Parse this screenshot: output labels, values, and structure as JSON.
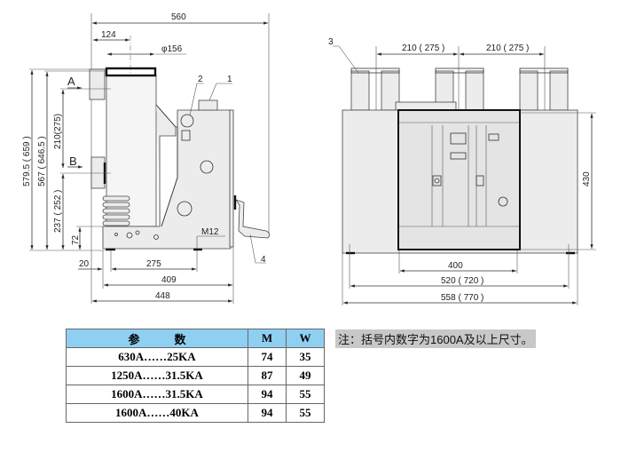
{
  "side_view": {
    "dims": {
      "overall": "560",
      "offset": "124",
      "diameter": "φ156",
      "h1": "579.5 ( 659 )",
      "h2": "567 ( 646.5 )",
      "h3": "210(275)",
      "h4": "237 ( 252 )",
      "h5": "72",
      "w1": "20",
      "w2": "275",
      "w3": "409",
      "w4": "448"
    },
    "labels": {
      "a": "A",
      "b": "B",
      "bolt": "M12",
      "p1": "1",
      "p2": "2",
      "p4": "4"
    }
  },
  "front_view": {
    "dims": {
      "pitch1": "210 ( 275 )",
      "pitch2": "210 ( 275 )",
      "height": "430",
      "w1": "400",
      "w2": "520 ( 720 )",
      "w3": "558 ( 770 )"
    },
    "labels": {
      "p3": "3"
    }
  },
  "table": {
    "headers": [
      "参　　　数",
      "M",
      "W"
    ],
    "rows": [
      [
        "630A……25KA",
        "74",
        "35"
      ],
      [
        "1250A……31.5KA",
        "87",
        "49"
      ],
      [
        "1600A……31.5KA",
        "94",
        "55"
      ],
      [
        "1600A……40KA",
        "94",
        "55"
      ]
    ]
  },
  "note": "注：括号内数字为1600A及以上尺寸。",
  "colors": {
    "header_bg": "#8fd0f2",
    "note_bg": "#c8c8c8"
  }
}
